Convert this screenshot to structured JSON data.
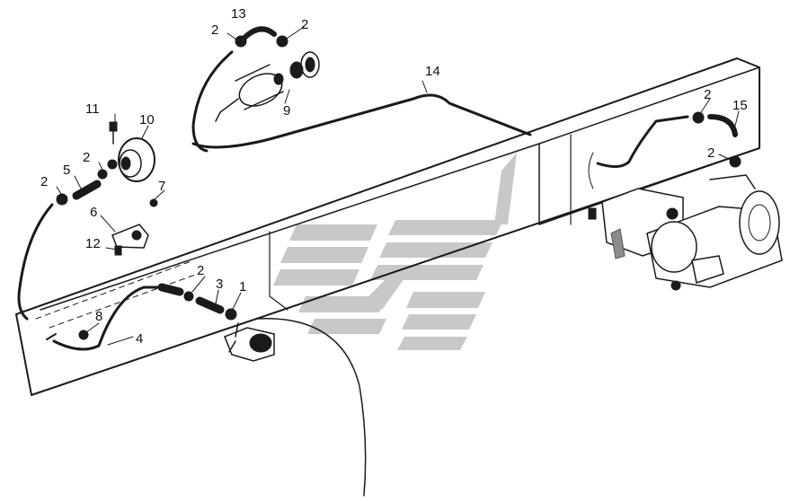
{
  "diagram": {
    "callouts": [
      {
        "id": "c13",
        "text": "13"
      },
      {
        "id": "c2a",
        "text": "2"
      },
      {
        "id": "c2b",
        "text": "2"
      },
      {
        "id": "c14",
        "text": "14"
      },
      {
        "id": "c11",
        "text": "11"
      },
      {
        "id": "c10",
        "text": "10"
      },
      {
        "id": "c9",
        "text": "9"
      },
      {
        "id": "c2c",
        "text": "2"
      },
      {
        "id": "c5",
        "text": "5"
      },
      {
        "id": "c2d",
        "text": "2"
      },
      {
        "id": "c7",
        "text": "7"
      },
      {
        "id": "c6",
        "text": "6"
      },
      {
        "id": "c12",
        "text": "12"
      },
      {
        "id": "c2e",
        "text": "2"
      },
      {
        "id": "c3",
        "text": "3"
      },
      {
        "id": "c1",
        "text": "1"
      },
      {
        "id": "c8",
        "text": "8"
      },
      {
        "id": "c4",
        "text": "4"
      },
      {
        "id": "c2f",
        "text": "2"
      },
      {
        "id": "c15",
        "text": "15"
      },
      {
        "id": "c2g",
        "text": "2"
      }
    ],
    "colors": {
      "line": "#1a1a1a",
      "watermark": "#c8c8c8",
      "background": "#ffffff"
    }
  }
}
